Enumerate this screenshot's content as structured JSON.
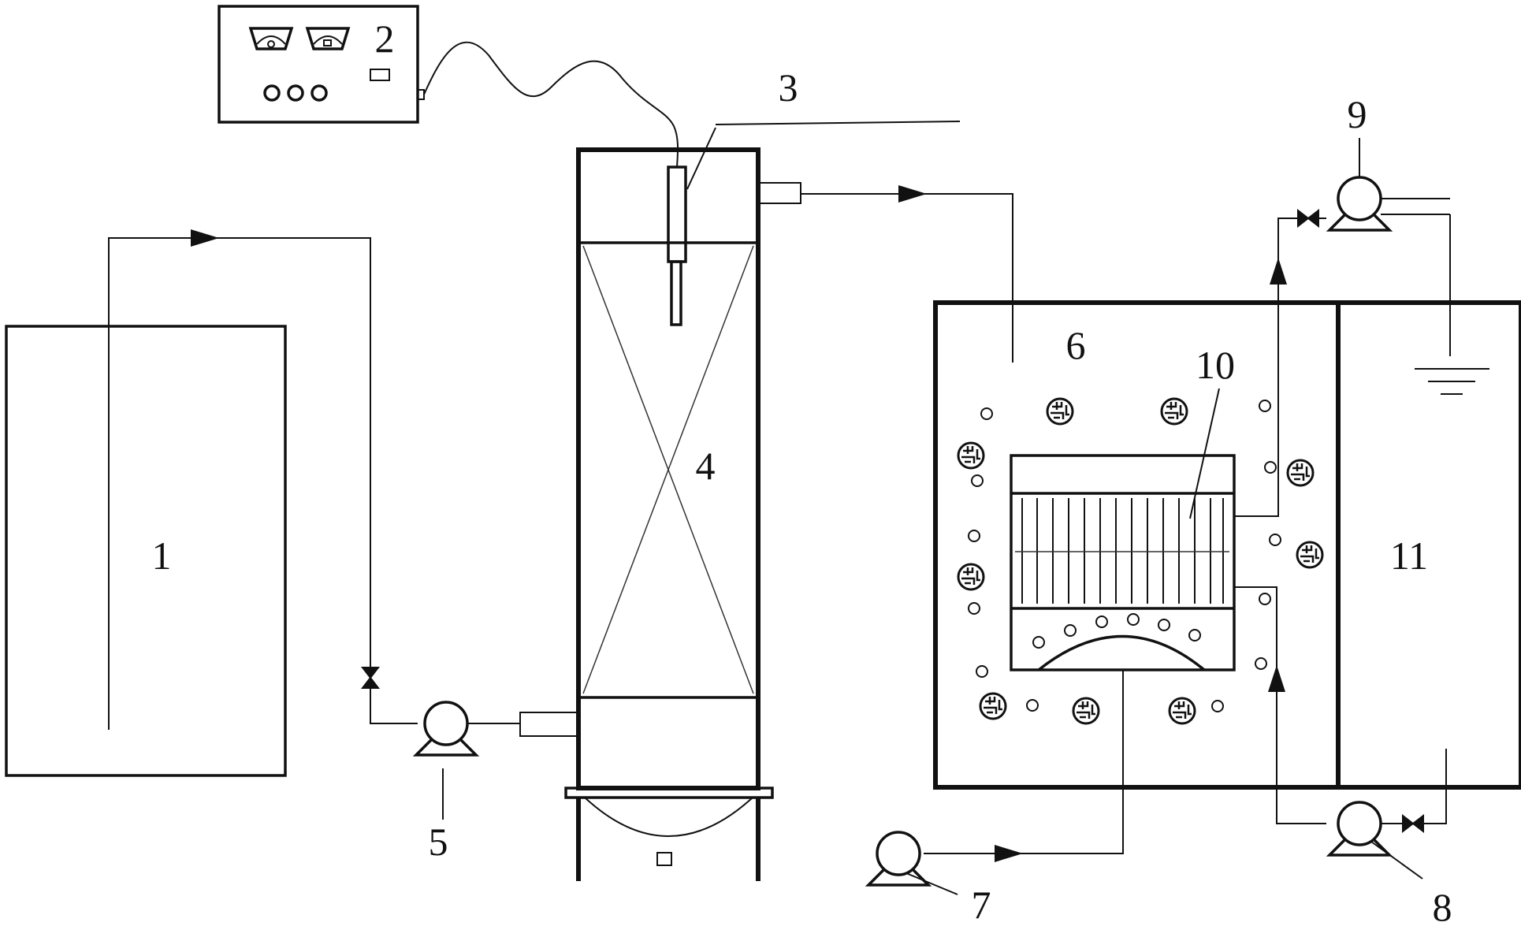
{
  "diagram": {
    "labels": {
      "tank_1": "1",
      "controller_2": "2",
      "electrode_3": "3",
      "column_4": "4",
      "pump_5": "5",
      "membrane_tank_6": "6",
      "pump_7": "7",
      "pump_8": "8",
      "pump_9": "9",
      "membrane_module_10": "10",
      "water_tank_11": "11"
    },
    "colors": {
      "line": "#111111",
      "background": "#ffffff"
    }
  }
}
